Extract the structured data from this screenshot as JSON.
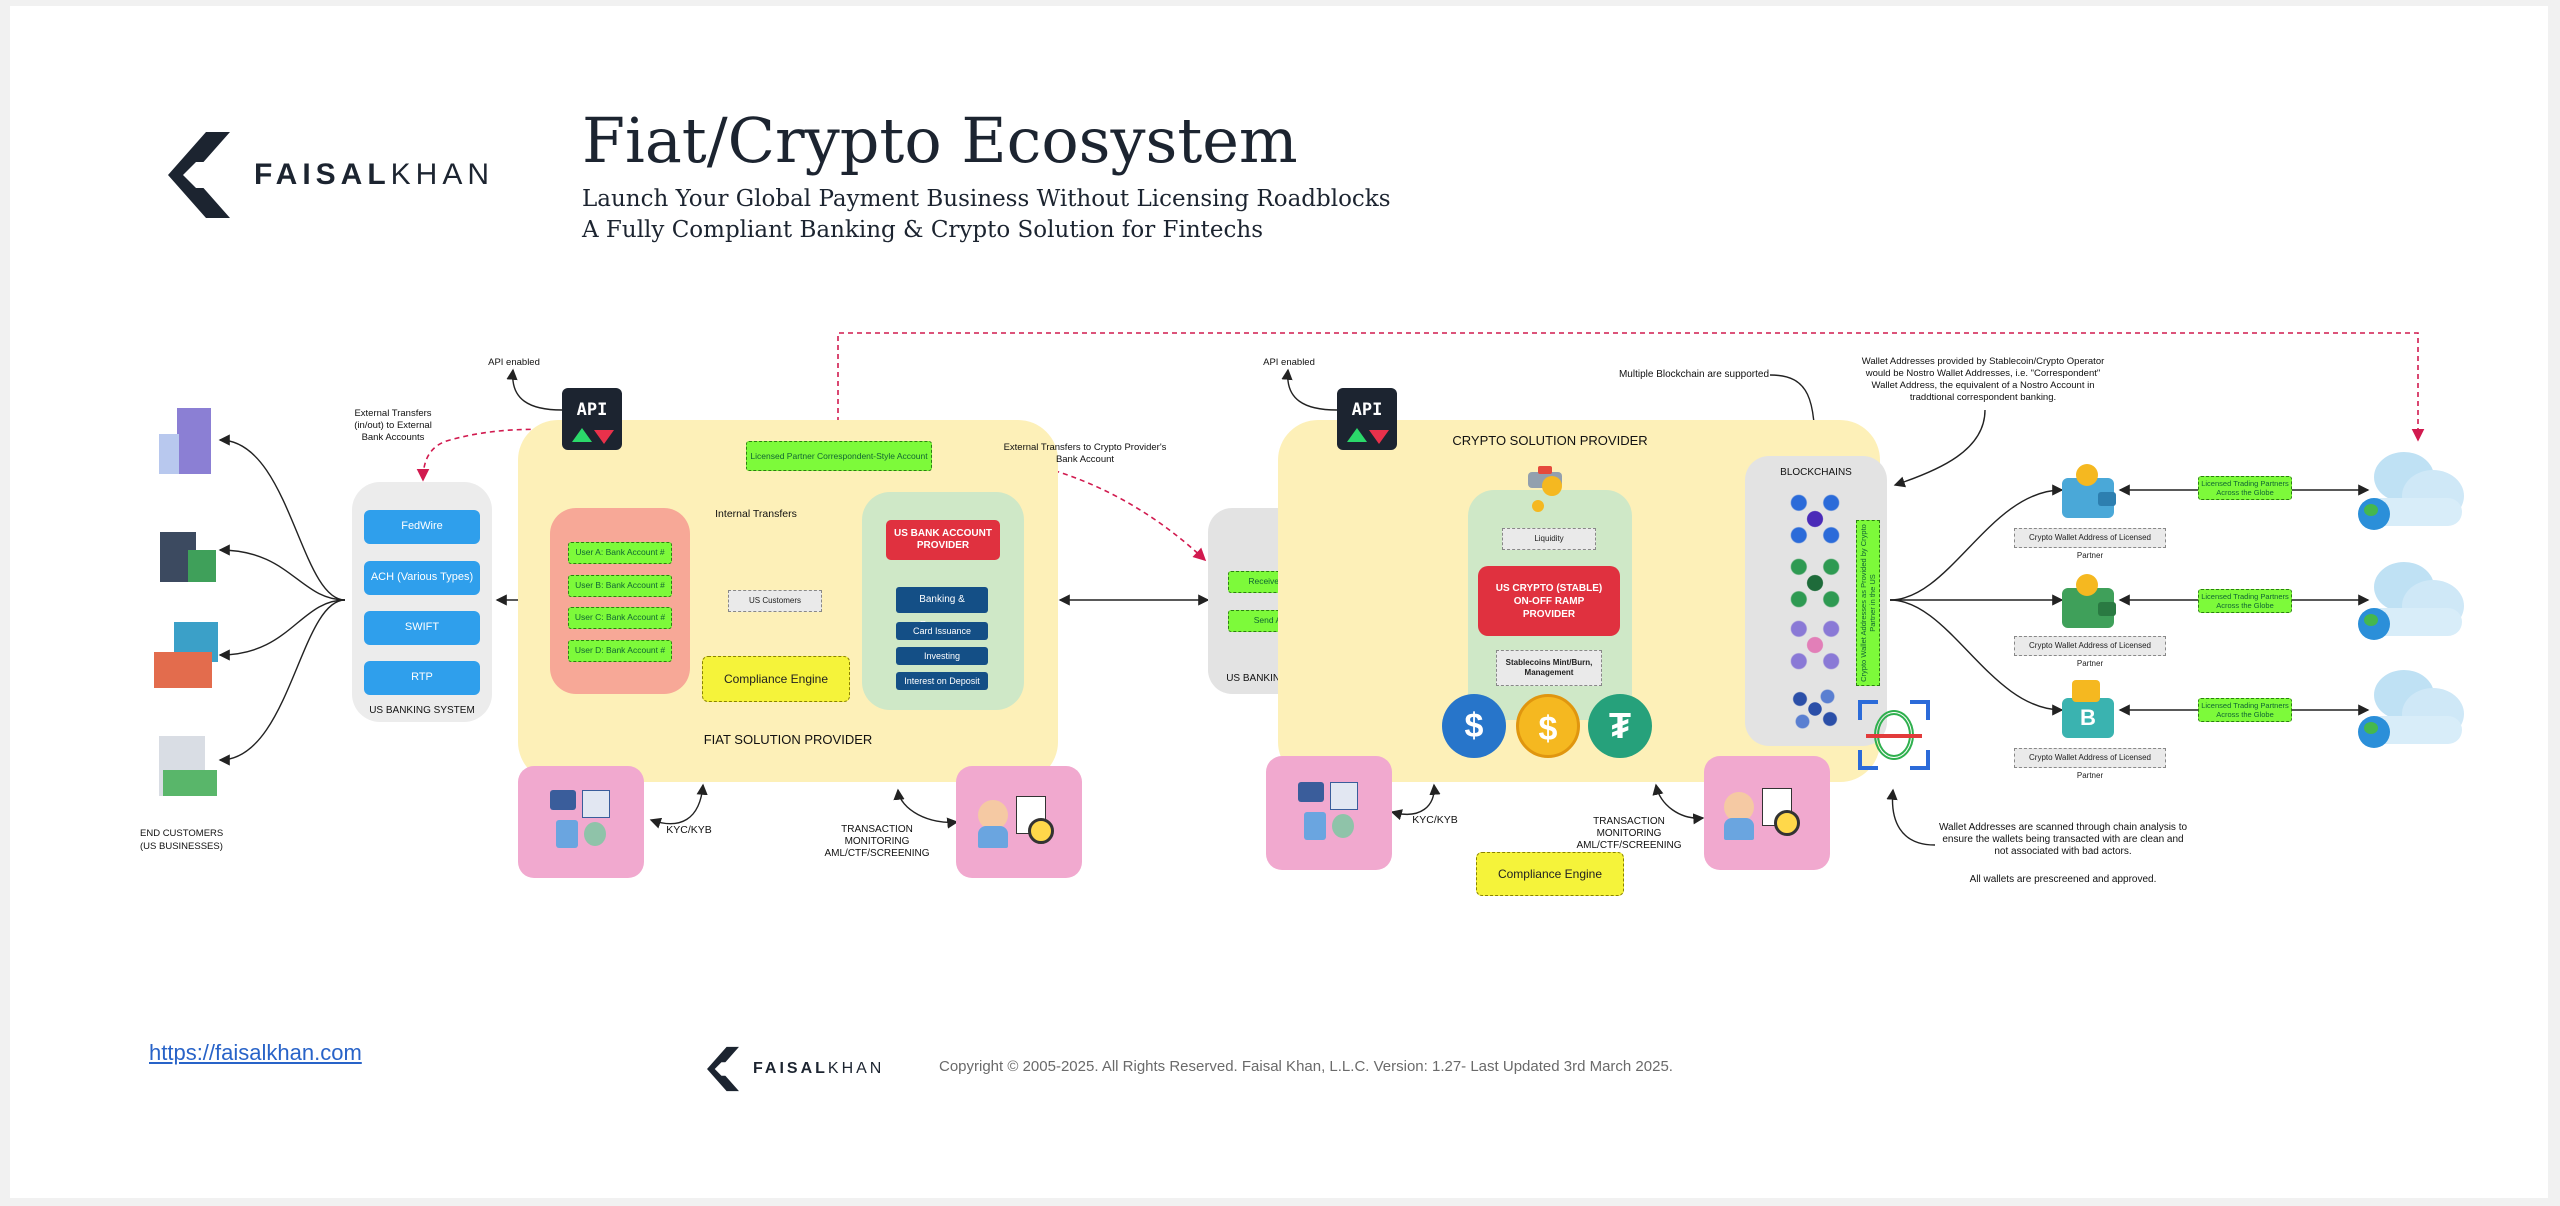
{
  "brand": {
    "name_bold": "FAISAL",
    "name_light": "KHAN"
  },
  "header": {
    "title": "Fiat/Crypto Ecosystem",
    "subtitle1": "Launch Your Global Payment Business Without Licensing Roadblocks",
    "subtitle2": "A Fully Compliant Banking & Crypto Solution for Fintechs"
  },
  "left": {
    "external_transfers": "External Transfers (in/out) to External Bank Accounts",
    "api_enabled": "API enabled",
    "end_customers": "END CUSTOMERS (US BUSINESSES)",
    "us_banking_system": "US BANKING SYSTEM",
    "rails": [
      "FedWire",
      "ACH (Various Types)",
      "SWIFT",
      "RTP"
    ]
  },
  "fiat": {
    "provider_label": "FIAT SOLUTION PROVIDER",
    "licensed_partner": "Licensed Partner Correspondent-Style Account",
    "internal_transfers": "Internal Transfers",
    "user_accounts": [
      "User A: Bank Account #",
      "User B: Bank Account #",
      "User C: Bank Account #",
      "User D: Bank Account #"
    ],
    "us_customers": "US Customers",
    "compliance_engine": "Compliance Engine",
    "us_bank_account_provider": "US BANK ACCOUNT PROVIDER",
    "services": [
      "Banking & Payments",
      "Card Issuance",
      "Investing",
      "Interest on Deposit"
    ],
    "external_transfers_crypto": "External Transfers to Crypto Provider's Bank Account",
    "kyc": "KYC/KYB",
    "tx_monitoring": "TRANSACTION MONITORING AML/CTF/SCREENING"
  },
  "middle": {
    "receive_account": "Receive Account",
    "send_account": "Send Account",
    "us_banking_system": "US BANKING SYSTEM"
  },
  "crypto": {
    "api_enabled": "API enabled",
    "provider_label": "CRYPTO SOLUTION PROVIDER",
    "liquidity": "Liquidity",
    "ramp_provider": "US CRYPTO (STABLE) ON-OFF RAMP PROVIDER",
    "mint_burn": "Stablecoins Mint/Burn, Management",
    "kyc": "KYC/KYB",
    "tx_monitoring": "TRANSACTION MONITORING AML/CTF/SCREENING",
    "compliance_engine": "Compliance Engine",
    "multi_chain": "Multiple Blockchain are supported",
    "blockchains": "BLOCKCHAINS",
    "wallet_vertical": "Crypto Wallet Addresses as Provided by Crypto Partner in the US"
  },
  "right": {
    "nostro_note": "Wallet Addresses provided by Stablecoin/Crypto Operator would be Nostro Wallet Addresses, i.e. \"Correspondent\" Wallet Address, the equivalent of a Nostro Account in traddtional correspondent banking.",
    "partner_wallets": [
      "Crypto Wallet Address of Licensed Partner",
      "Crypto Wallet Address of Licensed Partner",
      "Crypto Wallet Address of Licensed Partner"
    ],
    "trading_partners": [
      "Licensed Trading Partners Across the Globe",
      "Licensed Trading Partners Across the Globe",
      "Licensed Trading Partners Across the Globe"
    ],
    "chain_analysis": "Wallet Addresses are scanned through chain analysis to ensure the wallets being transacted with are clean and not associated with bad actors.",
    "prescreened": "All wallets are prescreened and approved."
  },
  "footer": {
    "link": "https://faisalkhan.com",
    "copyright": "Copyright © 2005-2025. All Rights Reserved. Faisal Khan, L.L.C. Version: 1.27- Last Updated 3rd March 2025."
  },
  "colors": {
    "fiat_bg": "#fdf0b8",
    "blue_button": "#2f9fec",
    "green_account": "#7dfa3a",
    "red_provider": "#e0313f",
    "navy": "#144f86",
    "pink": "#f1a9cf",
    "dashed_red": "#d11a4f"
  }
}
